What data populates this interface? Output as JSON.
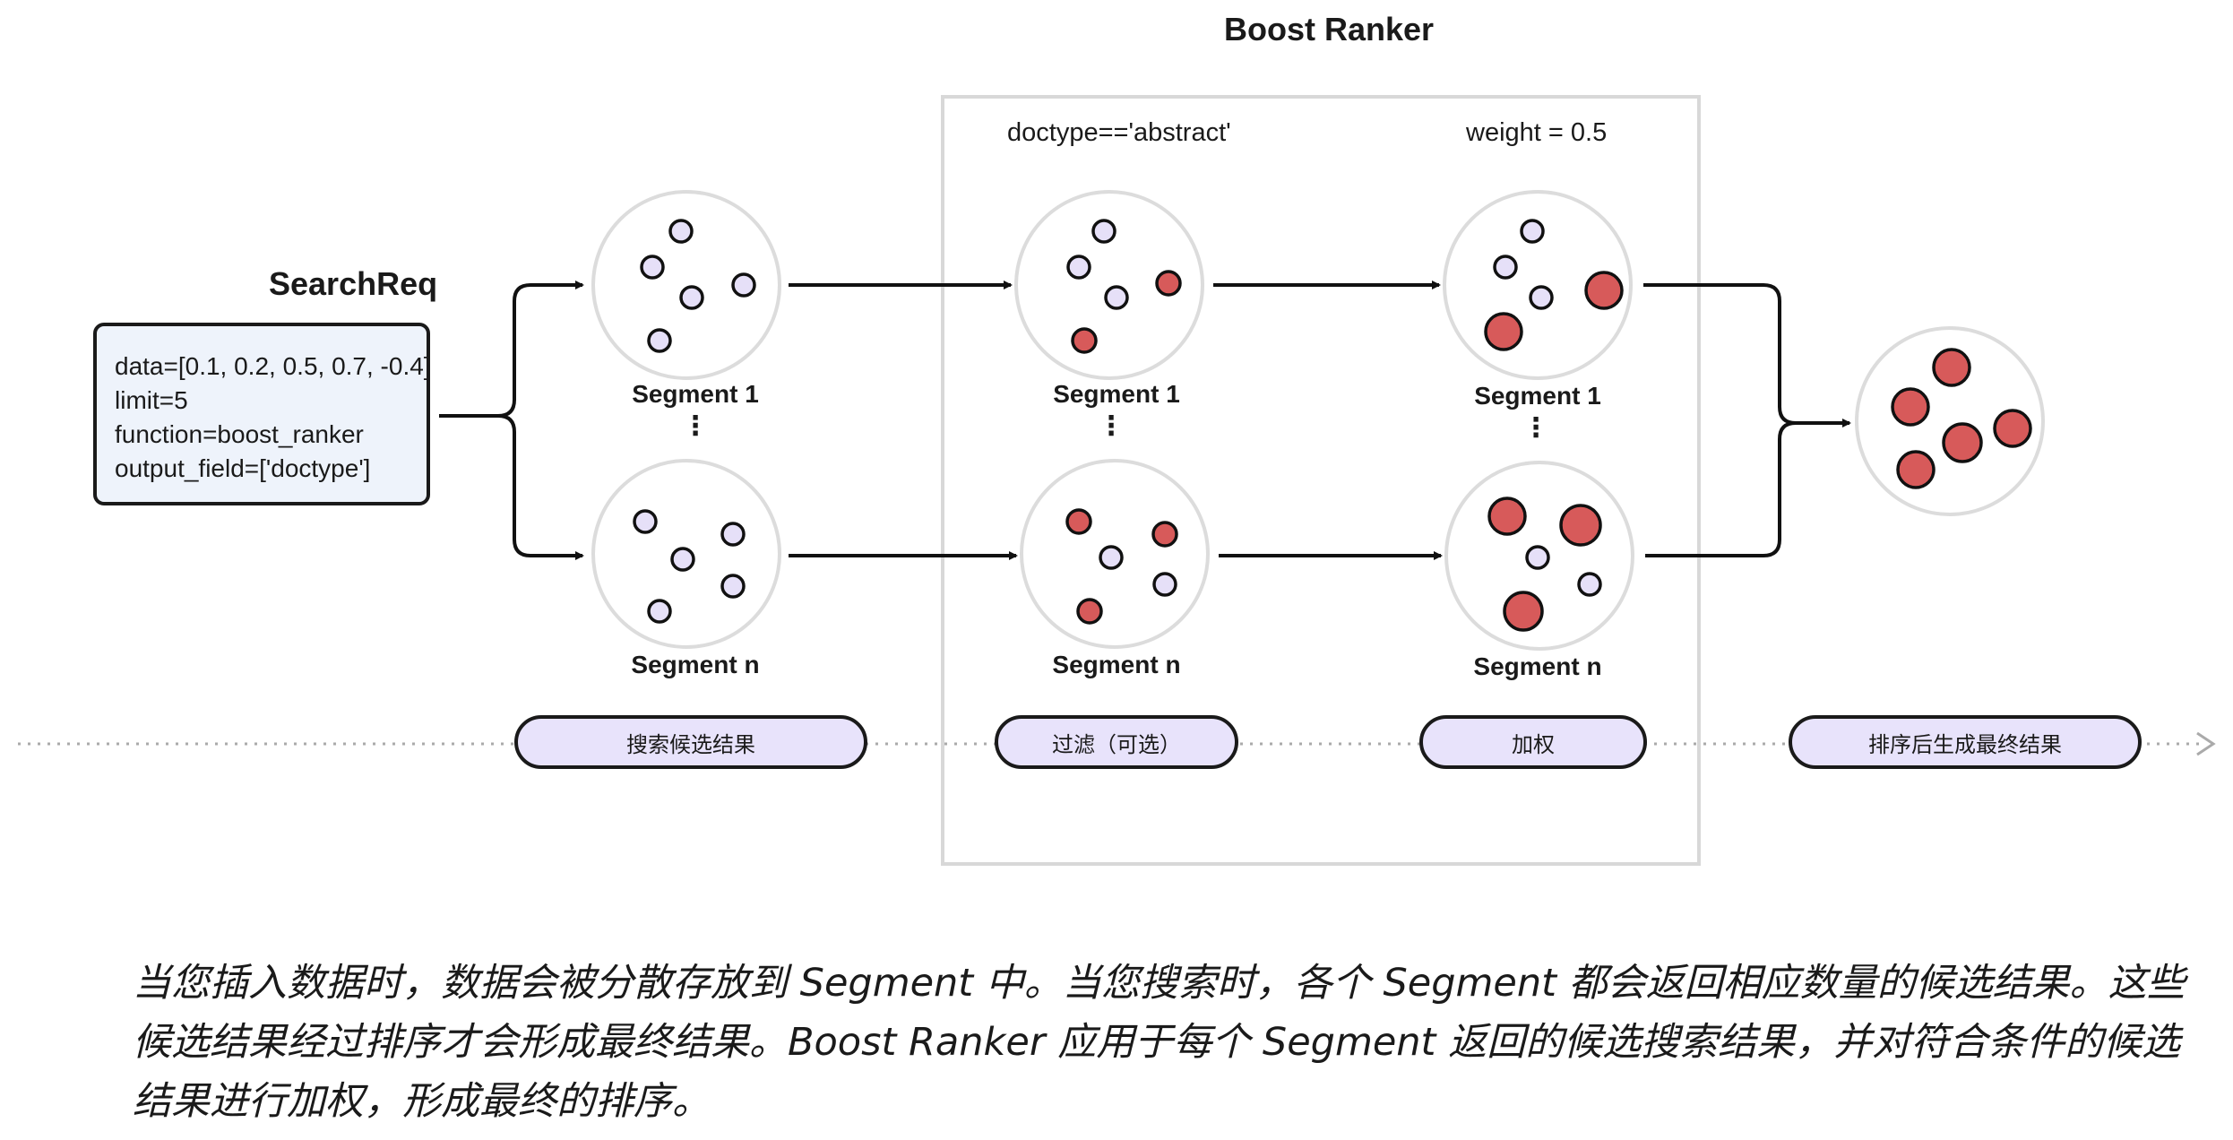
{
  "title": "Boost Ranker",
  "search_request": {
    "title": "SearchReq",
    "lines": [
      "data=[0.1, 0.2, 0.5, 0.7, -0.4]",
      "limit=5",
      "function=boost_ranker",
      "output_field=['doctype']"
    ]
  },
  "stages": {
    "filter_condition": "doctype=='abstract'",
    "weight_condition": "weight = 0.5"
  },
  "segments": {
    "first": "Segment 1",
    "last": "Segment n",
    "ellipsis": "⋮"
  },
  "timeline": [
    "搜索候选结果",
    "过滤（可选）",
    "加权",
    "排序后生成最终结果"
  ],
  "caption": "当您插入数据时，数据会被分散存放到 Segment 中。当您搜索时，各个 Segment 都会返回相应数量的候选结果。这些候选结果经过排序才会形成最终结果。Boost Ranker 应用于每个 Segment 返回的候选搜索结果，并对符合条件的候选结果进行加权，形成最终的排序。",
  "colors": {
    "plain_dot": "#e6e0f8",
    "matched_dot": "#d75a5a",
    "segment_border": "#dcdcdc",
    "pill_fill": "#e8e3fb",
    "request_fill": "#eef3fb"
  }
}
